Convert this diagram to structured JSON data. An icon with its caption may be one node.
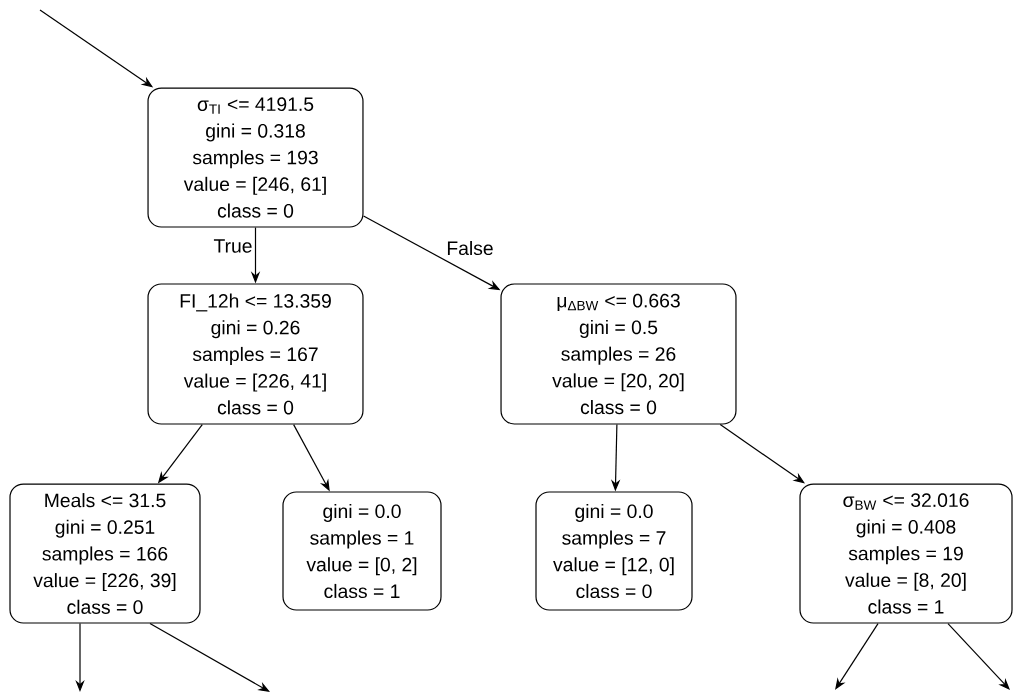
{
  "diagram": {
    "nodes": [
      {
        "text": [
          "σ$_{TI}$ <= 4191.5",
          "gini = 0.318",
          "samples = 193",
          "value = [246, 61]",
          "class = 0"
        ]
      },
      {
        "text": [
          "FI_12h <= 13.359",
          "gini = 0.26",
          "samples = 167",
          "value = [226, 41]",
          "class = 0"
        ]
      },
      {
        "text": [
          "μ$_{ΔBW}$ <= 0.663",
          "gini = 0.5",
          "samples = 26",
          "value = [20, 20]",
          "class = 0"
        ]
      },
      {
        "text": [
          "Meals <= 31.5",
          "gini = 0.251",
          "samples = 166",
          "value = [226, 39]",
          "class = 0"
        ]
      },
      {
        "text": [
          "gini = 0.0",
          "samples = 1",
          "value = [0, 2]",
          "class = 1"
        ]
      },
      {
        "text": [
          "gini = 0.0",
          "samples = 7",
          "value = [12, 0]",
          "class = 0"
        ]
      },
      {
        "text": [
          "σ$_{BW}$ <= 32.016",
          "gini = 0.408",
          "samples = 19",
          "value = [8, 20]",
          "class = 1"
        ]
      }
    ],
    "edges": [
      {
        "from": null,
        "to": 0,
        "arrow": "to"
      },
      {
        "from": 0,
        "to": 1,
        "arrow": "to",
        "label": "True"
      },
      {
        "from": 0,
        "to": 2,
        "arrow": "to",
        "label": "False"
      },
      {
        "from": 1,
        "to": 3,
        "arrow": "to"
      },
      {
        "from": 1,
        "to": 4,
        "arrow": "to"
      },
      {
        "from": 2,
        "to": 5,
        "arrow": "to"
      },
      {
        "from": 2,
        "to": 6,
        "arrow": "to"
      },
      {
        "from": 3,
        "to": null,
        "arrow": "to"
      },
      {
        "from": 3,
        "to": null,
        "arrow": "to"
      },
      {
        "from": 6,
        "to": null,
        "arrow": "to"
      },
      {
        "from": 6,
        "to": null,
        "arrow": "to"
      }
    ]
  }
}
